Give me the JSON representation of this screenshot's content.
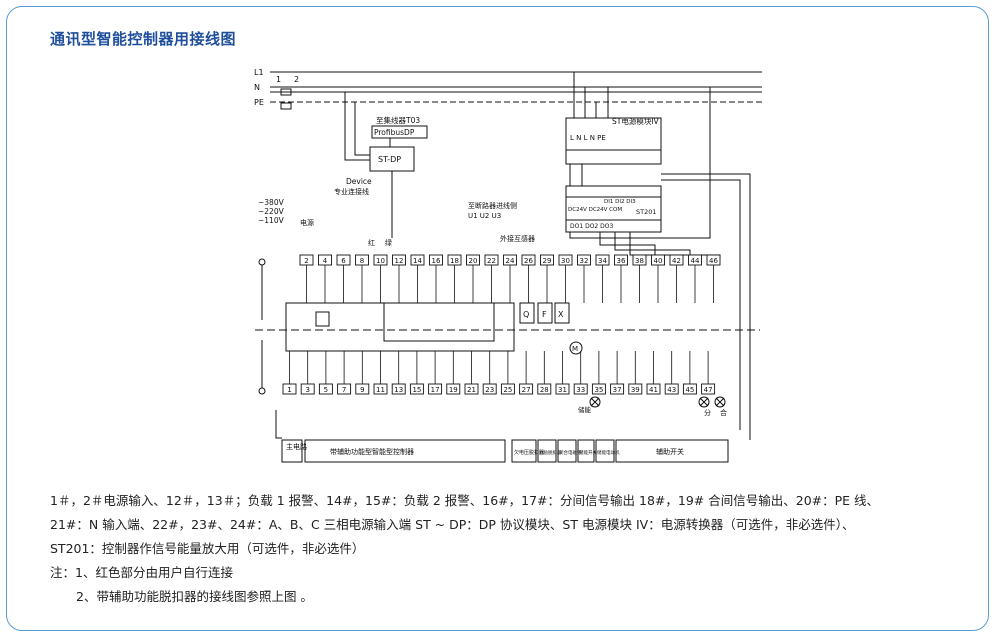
{
  "title": "通讯型智能控制器用接线图",
  "diagram": {
    "lines": {
      "l1": "L1",
      "n": "N",
      "pe": "PE"
    },
    "supply_terminals": [
      "1",
      "2"
    ],
    "st_dp": {
      "label": "ST-DP",
      "bus_label": "至集线器T03",
      "bus_sub": "ProfibusDP",
      "device_note": "Device",
      "device_sub": "专业连接线"
    },
    "voltage": {
      "v1": "~380V",
      "v2": "~220V",
      "v3": "~110V",
      "power_label": "电源"
    },
    "alarm_labels": {
      "red": "红",
      "green": "绿"
    },
    "st_power_module": {
      "label": "ST电源模块IV",
      "pins": "L N  L N  PE"
    },
    "st201": {
      "label": "ST201",
      "row1": "DI1 DI2 DI3",
      "row2": "DC24V DC24V COM",
      "row3": "DO1  DO2  DO3"
    },
    "breaker_inlet": {
      "label": "至断路器进线侧",
      "u": "U1 U2 U3"
    },
    "ext_transformer": "外接互感器",
    "top_terminals": [
      "2",
      "4",
      "6",
      "8",
      "10",
      "12",
      "14",
      "16",
      "18",
      "20",
      "22",
      "24",
      "26",
      "29",
      "30",
      "32",
      "34",
      "36",
      "38",
      "40",
      "42",
      "44",
      "46"
    ],
    "bottom_terminals": [
      "1",
      "3",
      "5",
      "7",
      "9",
      "11",
      "13",
      "15",
      "17",
      "19",
      "21",
      "23",
      "25",
      "27",
      "28",
      "31",
      "33",
      "35",
      "37",
      "39",
      "41",
      "43",
      "45",
      "47"
    ],
    "coil_labels": [
      "Q",
      "F",
      "X"
    ],
    "motor_label": "M",
    "lamp_labels": {
      "on": "分",
      "off": "合",
      "charge": "储能"
    },
    "legend": [
      "主电路",
      "带辅助功能型智能型控制器",
      "欠电压脱扣器",
      "分励脱扣器",
      "闭合电磁铁",
      "储能开关",
      "储能电动机",
      "辅助开关"
    ]
  },
  "description": {
    "line1": "1＃，2＃电源输入、12＃，13＃；负载 1 报警、14#，15#：负载 2 报警、16#，17#：分间信号输出 18#，19# 合间信号输出、20#：PE 线、",
    "line2": "21#：N 输入端、22#，23#、24#：A、B、C 三相电源输入端 ST ~ DP：DP 协议模块、ST 电源模块 IV：电源转换器（可选件，非必选件）、",
    "line3": "ST201：控制器作信号能量放大用（可选件，非必选件）",
    "note_title": "注：1、红色部分由用户自行连接",
    "note2": "2、带辅助功能脱扣器的接线图参照上图 。"
  }
}
